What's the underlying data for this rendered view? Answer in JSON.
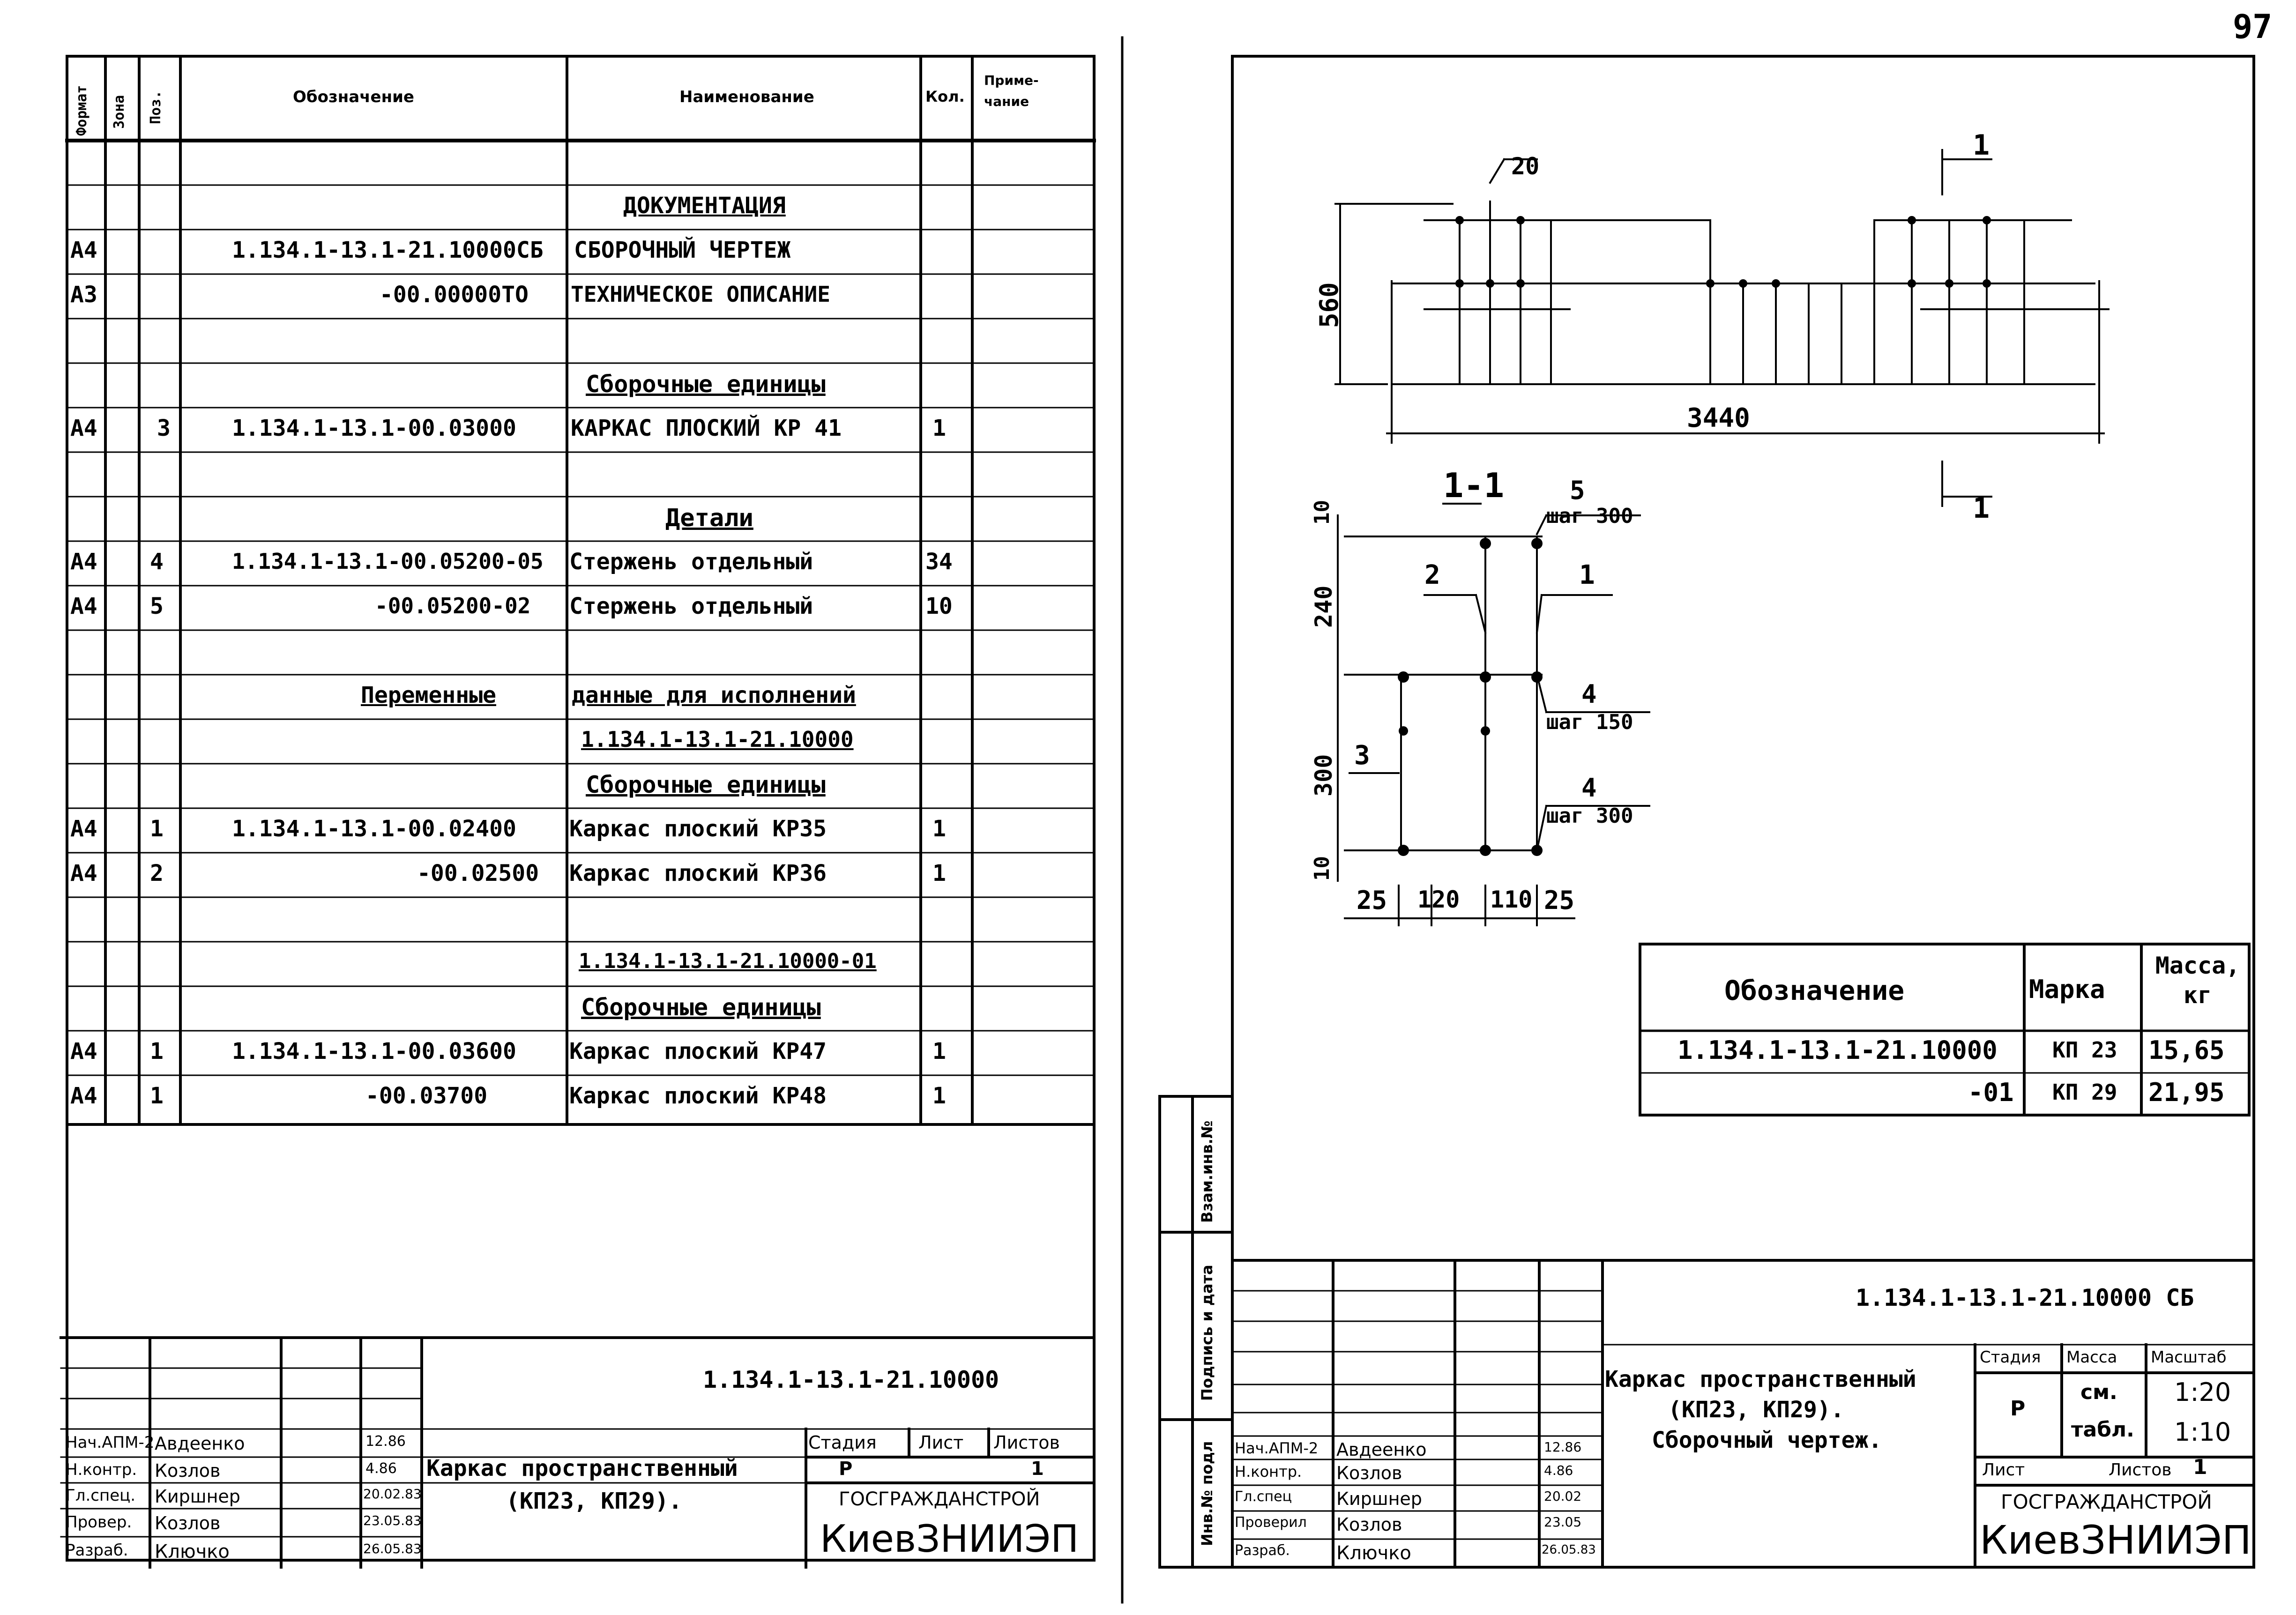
{
  "page_number": "97",
  "spec_sheet": {
    "headers": {
      "format": "Формат",
      "zone": "Зона",
      "pos": "Поз.",
      "designation": "Обозначение",
      "name": "Наименование",
      "qty": "Кол.",
      "note": "Приме-чание"
    },
    "rows": [
      {
        "format": "",
        "zone": "",
        "pos": "",
        "designation": "",
        "name": "",
        "qty": ""
      },
      {
        "format": "",
        "zone": "",
        "pos": "",
        "designation": "",
        "name": "ДОКУМЕНТАЦИЯ",
        "qty": ""
      },
      {
        "format": "А4",
        "zone": "",
        "pos": "",
        "designation": "1.134.1-13.1-21.10000СБ",
        "name": "СБОРОЧНЫЙ ЧЕРТЕЖ",
        "qty": ""
      },
      {
        "format": "А3",
        "zone": "",
        "pos": "",
        "designation": "-00.00000ТО",
        "name": "ТЕХНИЧЕСКОЕ ОПИСАНИЕ",
        "qty": ""
      },
      {
        "format": "",
        "zone": "",
        "pos": "",
        "designation": "",
        "name": "",
        "qty": ""
      },
      {
        "format": "",
        "zone": "",
        "pos": "",
        "designation": "",
        "name": "Сборочные единицы",
        "qty": ""
      },
      {
        "format": "А4",
        "zone": "",
        "pos": "3",
        "designation": "1.134.1-13.1-00.03000",
        "name": "КАРКАС ПЛОСКИЙ КР 41",
        "qty": "1"
      },
      {
        "format": "",
        "zone": "",
        "pos": "",
        "designation": "",
        "name": "",
        "qty": ""
      },
      {
        "format": "",
        "zone": "",
        "pos": "",
        "designation": "",
        "name": "Детали",
        "qty": ""
      },
      {
        "format": "А4",
        "zone": "",
        "pos": "4",
        "designation": "1.134.1-13.1-00.05200-05",
        "name": "Стержень отдельный",
        "qty": "34"
      },
      {
        "format": "А4",
        "zone": "",
        "pos": "5",
        "designation": "-00.05200-02",
        "name": "Стержень отдельный",
        "qty": "10"
      },
      {
        "format": "",
        "zone": "",
        "pos": "",
        "designation": "",
        "name": "",
        "qty": ""
      },
      {
        "format": "",
        "zone": "",
        "pos": "",
        "designation": "Переменные",
        "name": "данные для исполнений",
        "qty": ""
      },
      {
        "format": "",
        "zone": "",
        "pos": "",
        "designation": "",
        "name": "1.134.1-13.1-21.10000",
        "qty": ""
      },
      {
        "format": "",
        "zone": "",
        "pos": "",
        "designation": "",
        "name": "Сборочные единицы",
        "qty": ""
      },
      {
        "format": "А4",
        "zone": "",
        "pos": "1",
        "designation": "1.134.1-13.1-00.02400",
        "name": "Каркас плоский КР35",
        "qty": "1"
      },
      {
        "format": "А4",
        "zone": "",
        "pos": "2",
        "designation": "-00.02500",
        "name": "Каркас плоский КР36",
        "qty": "1"
      },
      {
        "format": "",
        "zone": "",
        "pos": "",
        "designation": "",
        "name": "",
        "qty": ""
      },
      {
        "format": "",
        "zone": "",
        "pos": "",
        "designation": "",
        "name": "1.134.1-13.1-21.10000-01",
        "qty": ""
      },
      {
        "format": "",
        "zone": "",
        "pos": "",
        "designation": "",
        "name": "Сборочные единицы",
        "qty": ""
      },
      {
        "format": "А4",
        "zone": "",
        "pos": "1",
        "designation": "1.134.1-13.1-00.03600",
        "name": "Каркас плоский КР47",
        "qty": "1"
      },
      {
        "format": "А4",
        "zone": "",
        "pos": "1",
        "designation": "-00.03700",
        "name": "Каркас плоский КР48",
        "qty": "1"
      }
    ],
    "title_block": {
      "doc_code": "1.134.1-13.1-21.10000",
      "title_line1": "Каркас пространственный",
      "title_line2": "(КП23, КП29).",
      "stage_label": "Стадия",
      "sheet_label": "Лист",
      "sheets_label": "Листов",
      "stage": "Р",
      "sheets": "1",
      "org1": "ГОСГРАЖДАНСТРОЙ",
      "org2": "КиевЗНИИЭП",
      "people": [
        {
          "role": "Нач.АПМ-2",
          "name": "Авдеенко",
          "date": "12.86"
        },
        {
          "role": "Н.контр.",
          "name": "Козлов",
          "date": "4.86"
        },
        {
          "role": "Гл.спец.",
          "name": "Киршнер",
          "date": "20.02.83"
        },
        {
          "role": "Провер.",
          "name": "Козлов",
          "date": "23.05.83"
        },
        {
          "role": "Разраб.",
          "name": "Ключко",
          "date": "26.05.83"
        }
      ]
    }
  },
  "drawing_sheet": {
    "elevation": {
      "dim_top": "20",
      "dim_height": "560",
      "dim_length": "3440",
      "section_mark": "1"
    },
    "section": {
      "title": "1-1",
      "labels": {
        "p5": "5",
        "p5_step": "шаг 300",
        "p1": "1",
        "p2": "2",
        "p3": "3",
        "p4a": "4",
        "p4a_step": "шаг 150",
        "p4b": "4",
        "p4b_step": "шаг 300"
      },
      "dims_vertical": [
        "10",
        "240",
        "300",
        "10"
      ],
      "dims_horizontal": [
        "25",
        "120",
        "110",
        "25"
      ]
    },
    "mass_table": {
      "headers": {
        "designation": "Обозначение",
        "mark": "Марка",
        "mass": "Масса, кг"
      },
      "rows": [
        {
          "designation": "1.134.1-13.1-21.10000",
          "mark": "КП 23",
          "mass": "15,65"
        },
        {
          "designation": "-01",
          "mark": "КП 29",
          "mass": "21,95"
        }
      ]
    },
    "side_stamps": {
      "inv_sub": "Взам.инв.№",
      "sign_date": "Подпись и дата",
      "inv_orig": "Инв.№ подл"
    },
    "title_block": {
      "doc_code": "1.134.1-13.1-21.10000 СБ",
      "title_line1": "Каркас пространственный",
      "title_line2": "(КП23, КП29).",
      "title_line3": "Сборочный чертеж.",
      "stage_label": "Стадия",
      "mass_label": "Масса",
      "scale_label": "Масштаб",
      "stage": "Р",
      "mass_line1": "см.",
      "mass_line2": "табл.",
      "scale1": "1:20",
      "scale2": "1:10",
      "sheet_label": "Лист",
      "sheets_label": "Листов",
      "sheets": "1",
      "org1": "ГОСГРАЖДАНСТРОЙ",
      "org2": "КиевЗНИИЭП",
      "people": [
        {
          "role": "Нач.АПМ-2",
          "name": "Авдеенко",
          "date": "12.86"
        },
        {
          "role": "Н.контр.",
          "name": "Козлов",
          "date": "4.86"
        },
        {
          "role": "Гл.спец",
          "name": "Киршнер",
          "date": "20.02"
        },
        {
          "role": "Проверил",
          "name": "Козлов",
          "date": "23.05"
        },
        {
          "role": "Разраб.",
          "name": "Ключко",
          "date": "26.05.83"
        }
      ]
    }
  }
}
